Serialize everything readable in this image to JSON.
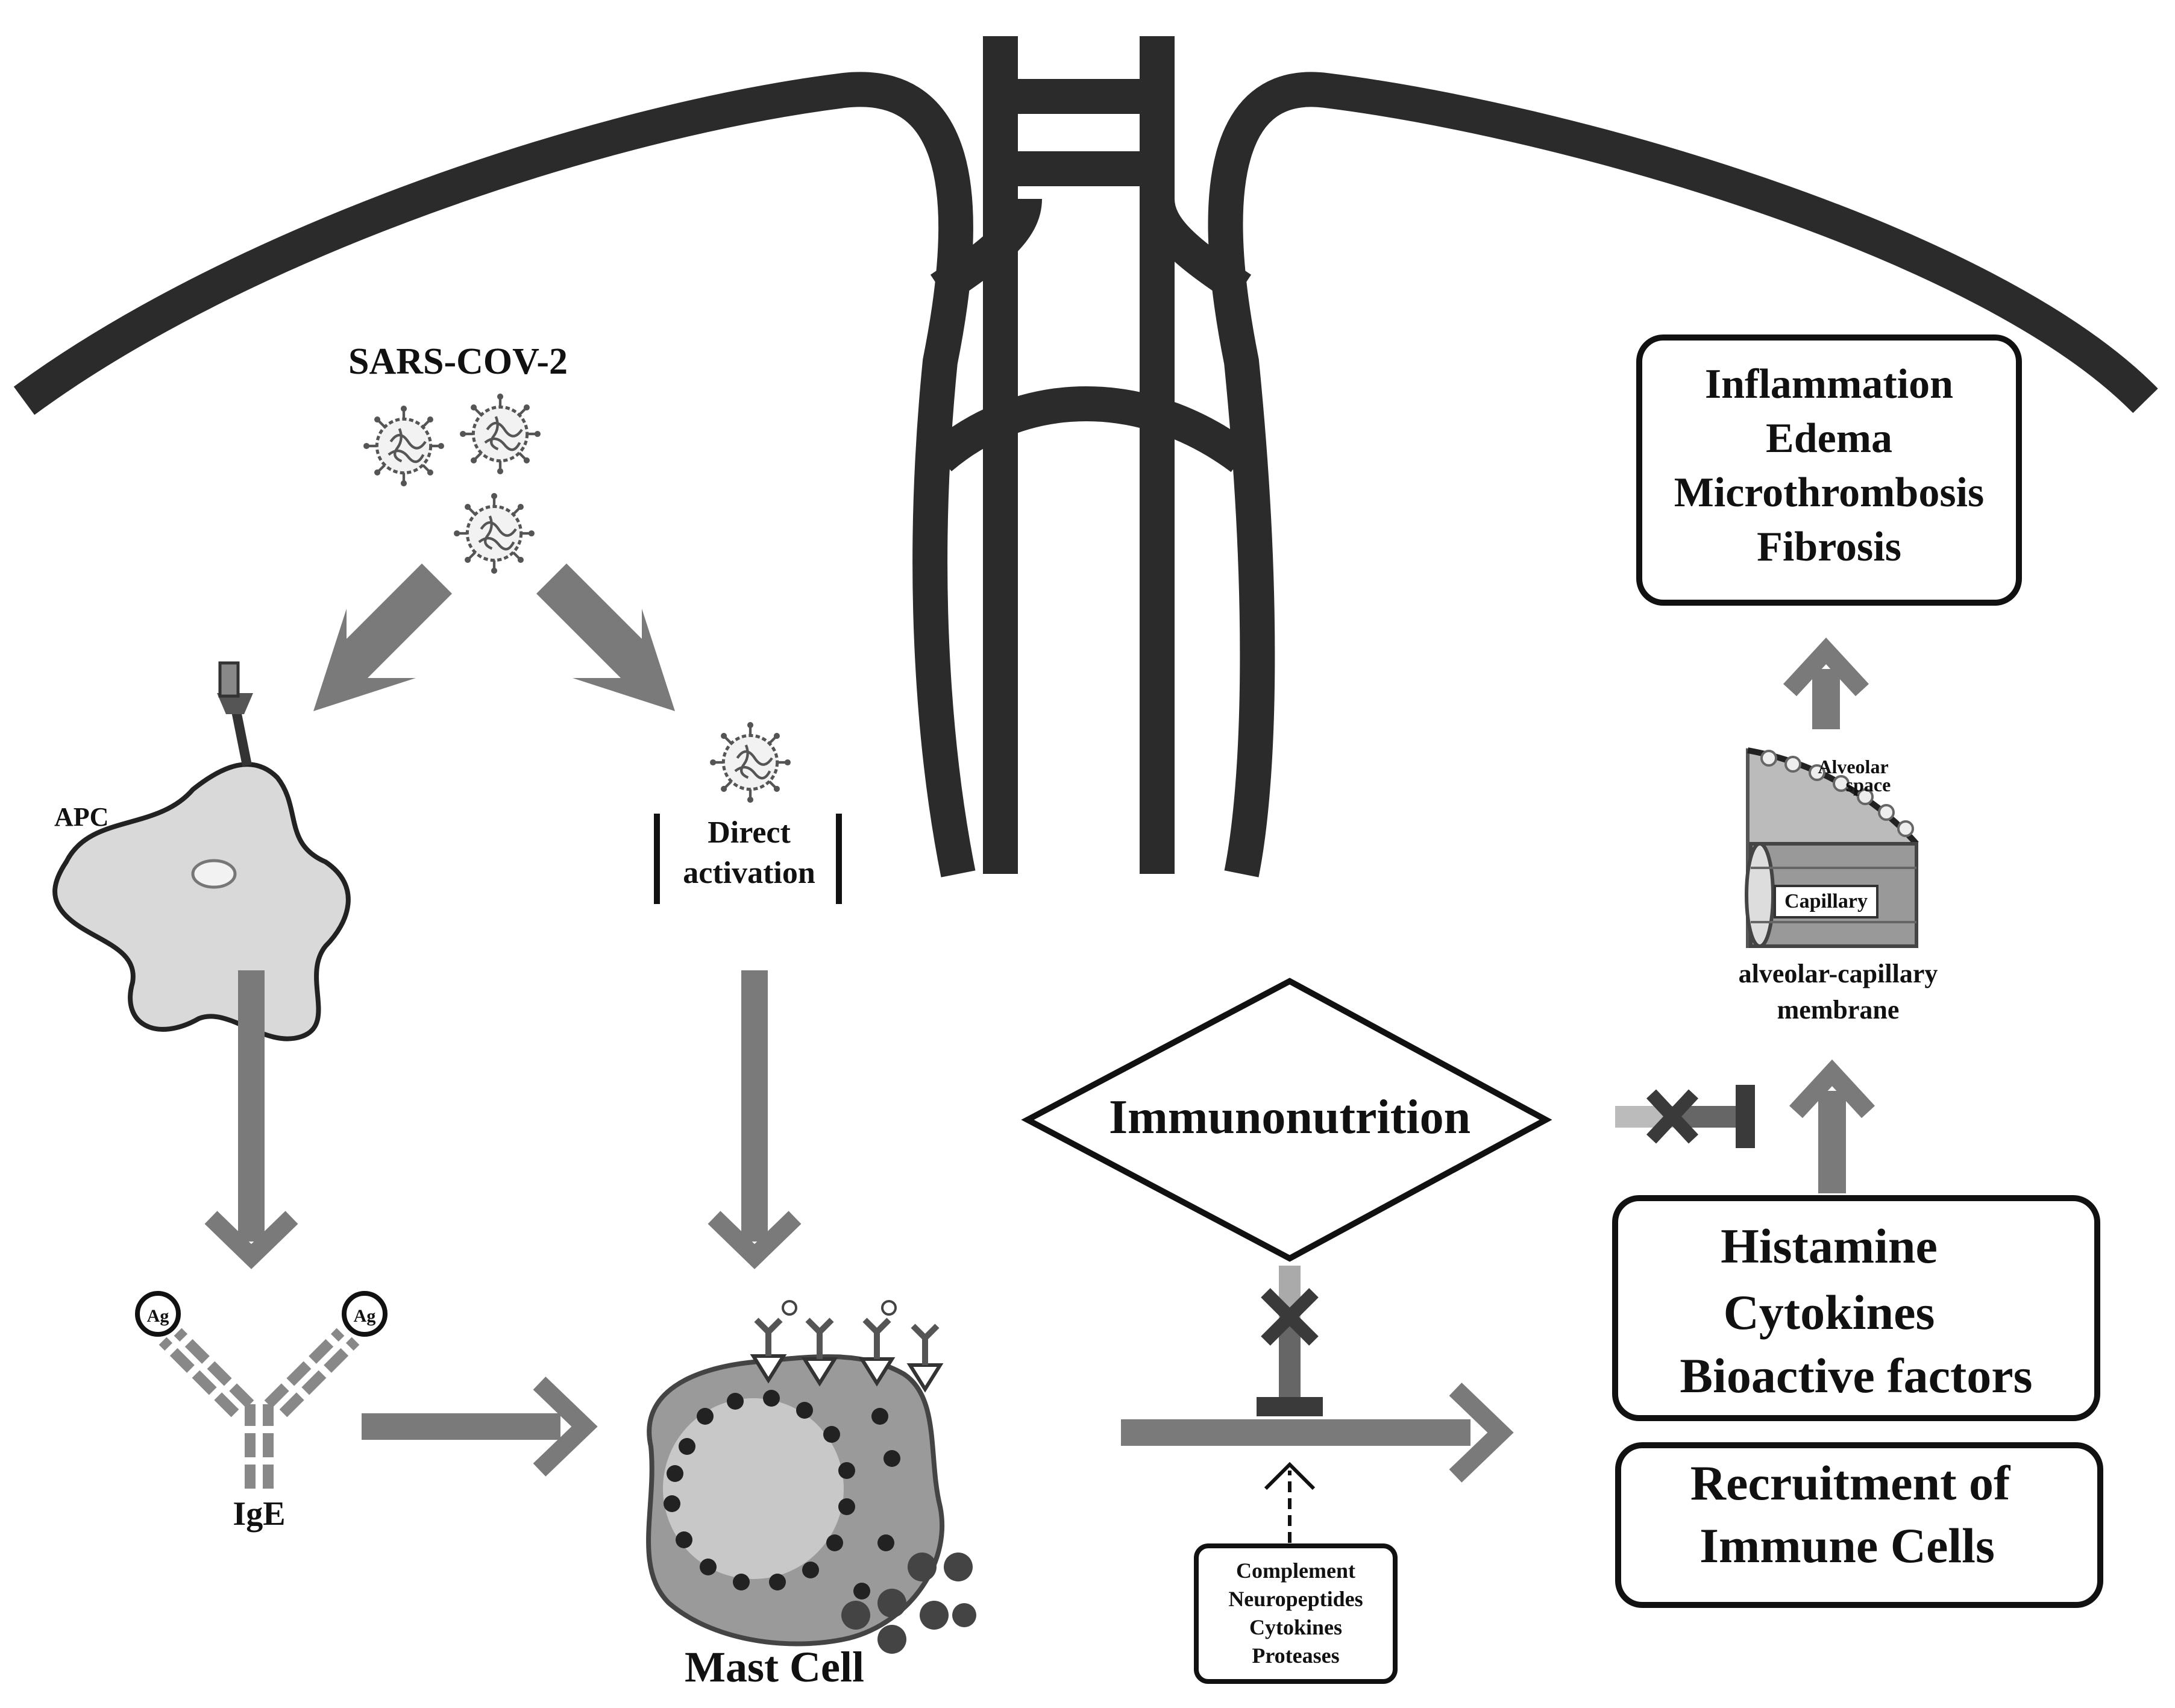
{
  "labels": {
    "virus": "SARS-COV-2",
    "apc": "APC",
    "direct_activation_line1": "Direct",
    "direct_activation_line2": "activation",
    "ag_left": "Ag",
    "ag_right": "Ag",
    "ige": "IgE",
    "mast_cell": "Mast Cell",
    "immunonutrition": "Immunonutrition",
    "alveolar_space_line1": "Alveolar",
    "alveolar_space_line2": "space",
    "capillary": "Capillary",
    "membrane_line1": "alveolar-capillary",
    "membrane_line2": "membrane"
  },
  "outcomes_box": [
    "Inflammation",
    "Edema",
    "Microthrombosis",
    "Fibrosis"
  ],
  "mediators_box": [
    "Histamine",
    "Cytokines",
    "Bioactive factors"
  ],
  "recruitment_box": [
    "Recruitment of",
    "Immune Cells"
  ],
  "triggers_box": [
    "Complement",
    "Neuropeptides",
    "Cytokines",
    "Proteases"
  ],
  "colors": {
    "arrow": "#7a7a7a",
    "airway": "#2b2b2b",
    "inhibit": "#3a3a3a",
    "cell_fill": "#d9d9d9",
    "mast_fill": "#9a9a9a"
  }
}
